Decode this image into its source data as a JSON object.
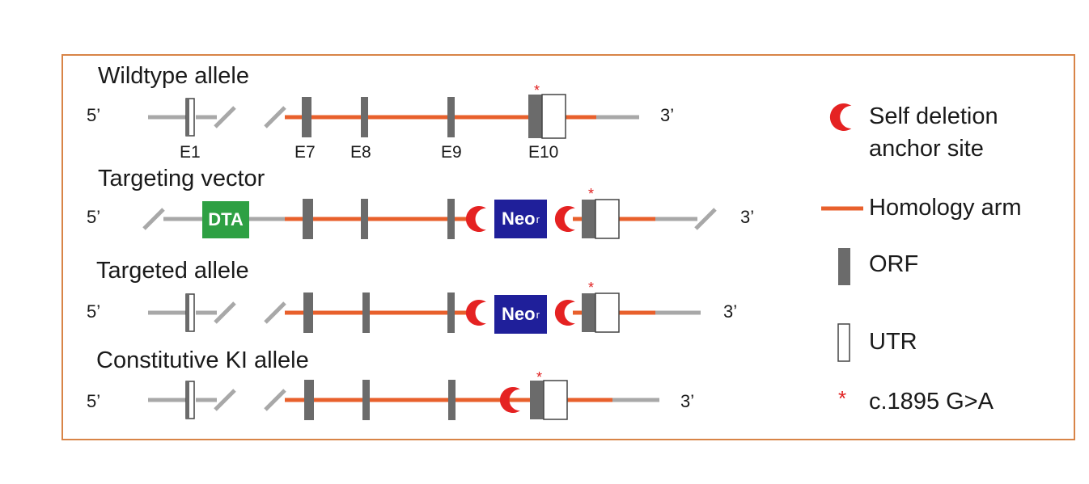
{
  "colors": {
    "frame": "#d88447",
    "homology_arm": "#e8602c",
    "backbone": "#a8a8a8",
    "orf": "#6b6b6b",
    "anchor": "#e52222",
    "dta_box": "#2ea043",
    "neo_box": "#1f1f9a",
    "star": "#e02020"
  },
  "rows": [
    {
      "title": "Wildtype allele",
      "left_end": "5’",
      "right_end": "3’"
    },
    {
      "title": "Targeting vector",
      "left_end": "5’",
      "right_end": "3’"
    },
    {
      "title": "Targeted allele",
      "left_end": "5’",
      "right_end": "3’"
    },
    {
      "title": "Constitutive KI allele",
      "left_end": "5’",
      "right_end": "3’"
    }
  ],
  "exon_labels": [
    "E1",
    "E7",
    "E8",
    "E9",
    "E10"
  ],
  "boxes": {
    "dta": "DTA",
    "neo": "Neo",
    "neo_sup": "r"
  },
  "mutation_marker": "*",
  "legend": {
    "anchor_line1": "Self deletion",
    "anchor_line2": "anchor site",
    "homology": "Homology arm",
    "orf": "ORF",
    "utr": "UTR",
    "mutation_symbol": "*",
    "mutation": "c.1895 G>A"
  }
}
